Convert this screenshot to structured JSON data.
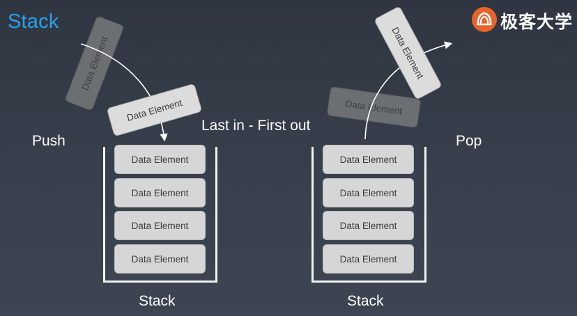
{
  "title": "Stack",
  "logo": {
    "text": "极客大学",
    "icon": "geek-university-logo-icon"
  },
  "labels": {
    "push": "Push",
    "pop": "Pop",
    "lifo": "Last in - First out",
    "stack_left": "Stack",
    "stack_right": "Stack"
  },
  "push_side": {
    "ghost_element": "Data Element",
    "moving_element": "Data Element",
    "stack_items": [
      "Data Element",
      "Data Element",
      "Data Element",
      "Data Element"
    ]
  },
  "pop_side": {
    "ghost_element": "Data Element",
    "moving_element": "Data Element",
    "stack_items": [
      "Data Element",
      "Data Element",
      "Data Element",
      "Data Element"
    ]
  },
  "colors": {
    "title": "#2aa2e6",
    "logo_accent": "#e8632a",
    "element_fill": "#d6d6d6",
    "ghost_fill": "#6c6f72",
    "container": "#f2f2f2"
  }
}
